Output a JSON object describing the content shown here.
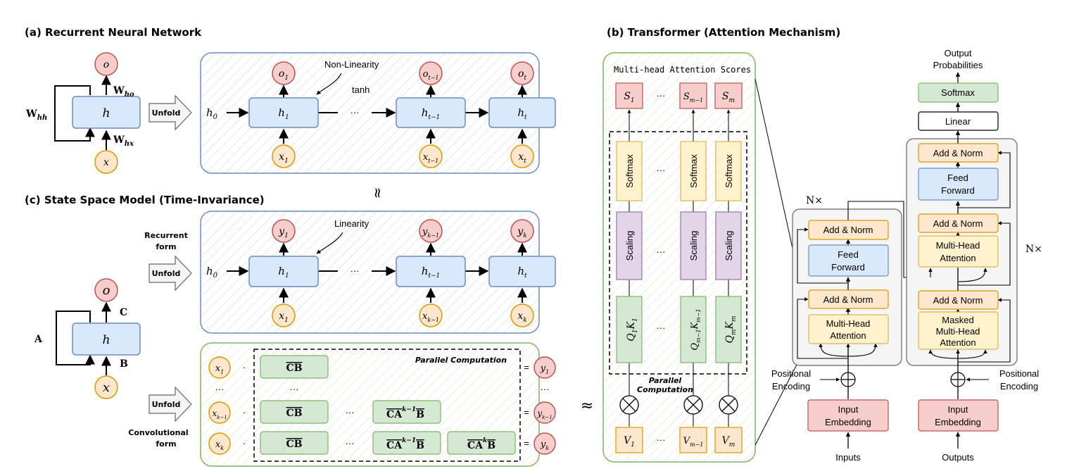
{
  "titles": {
    "rnn": "(a) Recurrent Neural Network",
    "transformer": "(b) Transformer (Attention Mechanism)",
    "ssm": "(c) State Space Model (Time-Invariance)"
  },
  "rnn": {
    "o": "o",
    "h": "h",
    "x": "x",
    "W_hh": "W",
    "W_hh_sub": "hh",
    "W_ho": "W",
    "W_ho_sub": "ho",
    "W_hx": "W",
    "W_hx_sub": "hx",
    "unfold": "Unfold",
    "h0": "h",
    "h0_sub": "0",
    "nonlinearity": "Non-Linearity",
    "tanh": "tanh",
    "dots": "···",
    "nodes": [
      {
        "o": "o",
        "o_sub": "1",
        "h": "h",
        "h_sub": "1",
        "x": "x",
        "x_sub": "1"
      },
      {
        "o": "o",
        "o_sub": "t−1",
        "h": "h",
        "h_sub": "t−1",
        "x": "x",
        "x_sub": "t−1"
      },
      {
        "o": "o",
        "o_sub": "t",
        "h": "h",
        "h_sub": "t",
        "x": "x",
        "x_sub": "t"
      }
    ]
  },
  "approx1": "≈",
  "approx2": "≈",
  "ssm": {
    "o": "o",
    "h": "h",
    "x": "x",
    "A": "A",
    "B": "B",
    "C": "C",
    "recurrent_form_1": "Recurrent",
    "recurrent_form_2": "form",
    "convolutional_form_1": "Convolutional",
    "convolutional_form_2": "form",
    "unfold": "Unfold",
    "unfold2": "Unfold",
    "linearity": "Linearity",
    "h0": "h",
    "h0_sub": "0",
    "dots": "···",
    "nodes": [
      {
        "y": "y",
        "y_sub": "1",
        "h": "h",
        "h_sub": "1",
        "x": "x",
        "x_sub": "1"
      },
      {
        "y": "y",
        "y_sub": "k−1",
        "h": "h",
        "h_sub": "t−1",
        "x": "x",
        "x_sub": "k−1"
      },
      {
        "y": "y",
        "y_sub": "k",
        "h": "h",
        "h_sub": "t",
        "x": "x",
        "x_sub": "k"
      }
    ],
    "parallel_computation": "Parallel Computation",
    "conv_rows": [
      {
        "x": "x",
        "x_sub": "1",
        "y": "y",
        "y_sub": "1"
      },
      {
        "x": "x",
        "x_sub": "k−1",
        "y": "y",
        "y_sub": "k−1"
      },
      {
        "x": "x",
        "x_sub": "k",
        "y": "y",
        "y_sub": "k"
      }
    ],
    "CB": "CB",
    "CAB": "CA",
    "exp_k1": "k−1",
    "exp_k": "k",
    "dot": "·",
    "eq": "=",
    "vdots": "···"
  },
  "transformer": {
    "mha_scores": "Multi-head Attention Scores",
    "S": [
      {
        "v": "S",
        "sub": "1"
      },
      {
        "v": "S",
        "sub": "m−1"
      },
      {
        "v": "S",
        "sub": "m"
      }
    ],
    "V": [
      {
        "v": "V",
        "sub": "1"
      },
      {
        "v": "V",
        "sub": "m−1"
      },
      {
        "v": "V",
        "sub": "m"
      }
    ],
    "QK": [
      {
        "q": "Q",
        "qs": "1",
        "k": "K",
        "ks": "1"
      },
      {
        "q": "Q",
        "qs": "m−1",
        "k": "K",
        "ks": "m−1"
      },
      {
        "q": "Q",
        "qs": "m",
        "k": "K",
        "ks": "m"
      }
    ],
    "softmax": "Softmax",
    "scaling": "Scaling",
    "parallel_1": "Parallel",
    "parallel_2": "Computation",
    "dots": "···",
    "otimes": "⊗",
    "oplus": "⊕",
    "nx_left": "N×",
    "nx_right": "N×",
    "encoder": {
      "add_norm_top": "Add & Norm",
      "ff_1": "Feed",
      "ff_2": "Forward",
      "add_norm_bot": "Add & Norm",
      "mha_1": "Multi-Head",
      "mha_2": "Attention",
      "pos_1": "Positional",
      "pos_2": "Encoding",
      "emb_1": "Input",
      "emb_2": "Embedding",
      "inputs": "Inputs"
    },
    "decoder": {
      "output_probs_1": "Output",
      "output_probs_2": "Probabilities",
      "softmax": "Softmax",
      "linear": "Linear",
      "add_norm_1": "Add & Norm",
      "ff_1": "Feed",
      "ff_2": "Forward",
      "add_norm_2": "Add & Norm",
      "mha_1": "Multi-Head",
      "mha_2": "Attention",
      "add_norm_3": "Add & Norm",
      "mmha_1": "Masked",
      "mmha_2": "Multi-Head",
      "mmha_3": "Attention",
      "pos_1": "Positional",
      "pos_2": "Encoding",
      "emb_1": "Input",
      "emb_2": "Embedding",
      "outputs": "Outputs"
    }
  },
  "colors": {
    "red_fill": "#f8cecc",
    "red_stroke": "#b85450",
    "orange_fill": "#ffe6cc",
    "orange_stroke": "#d79b00",
    "blue_fill": "#dae8fc",
    "blue_stroke": "#6c8ebf",
    "green_fill": "#d5e8d4",
    "green_stroke": "#82b366",
    "yellow_fill": "#fff2cc",
    "yellow_stroke": "#d6b656",
    "purple_fill": "#e1d5e7",
    "purple_stroke": "#9673a6",
    "grey_fill": "#f5f5f5",
    "grey_stroke": "#666666"
  }
}
